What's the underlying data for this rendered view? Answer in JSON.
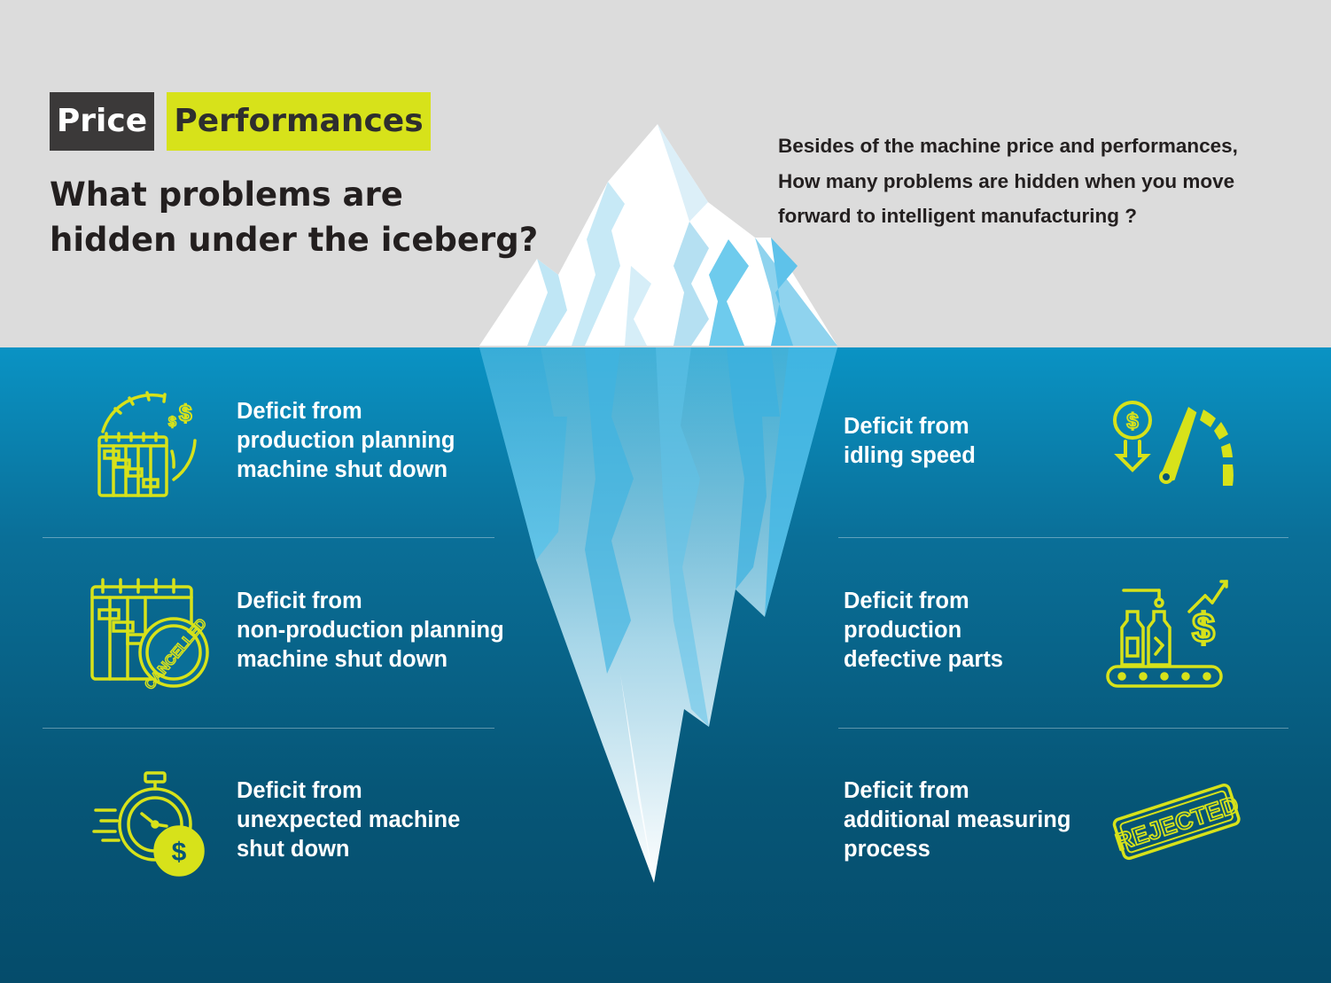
{
  "tags": {
    "price": "Price",
    "performances": "Performances"
  },
  "headline": {
    "line1": "What problems are",
    "line2": "hidden under the iceberg?"
  },
  "intro": {
    "line1": "Besides of the machine price and performances,",
    "line2": "How many problems are hidden when you move",
    "line3": "forward to intelligent manufacturing ?"
  },
  "left_items": [
    {
      "line1": "Deficit from",
      "line2": "production planning",
      "line3": "machine shut down",
      "icon": "schedule-clock-dollar-icon"
    },
    {
      "line1": "Deficit from",
      "line2": "non-production planning",
      "line3": "machine shut down",
      "icon": "cancelled-calendar-icon",
      "stamp": "CANCELLED"
    },
    {
      "line1": "Deficit from",
      "line2": "unexpected machine",
      "line3": "shut down",
      "icon": "stopwatch-dollar-icon"
    }
  ],
  "right_items": [
    {
      "line1": "Deficit from",
      "line2": "idling speed",
      "icon": "speedometer-dollar-icon"
    },
    {
      "line1": "Deficit from",
      "line2": "production",
      "line3": "defective parts",
      "icon": "conveyor-bottles-icon"
    },
    {
      "line1": "Deficit from",
      "line2": "additional measuring",
      "line3": "process",
      "icon": "rejected-stamp-icon",
      "stamp": "REJECTED"
    }
  ],
  "colors": {
    "accent": "#d7e21a",
    "dark_tag": "#3b3939",
    "sky": "#dcdcdc",
    "sea_top": "#0a93c4",
    "sea_bottom": "#054c6b"
  }
}
